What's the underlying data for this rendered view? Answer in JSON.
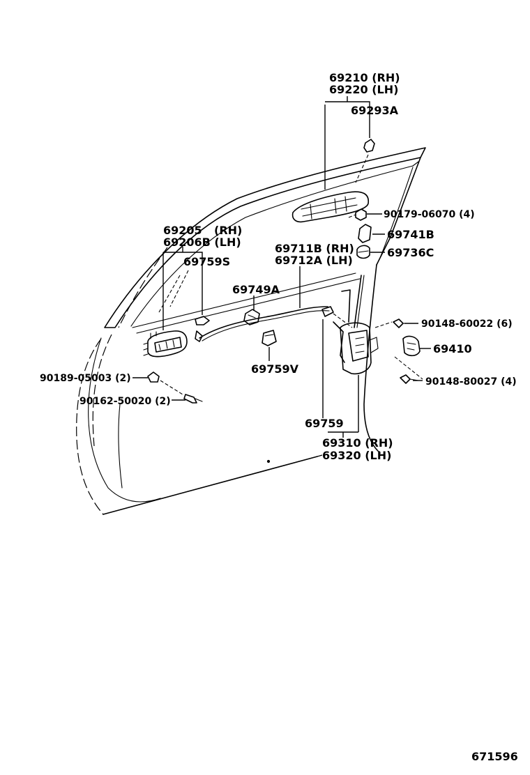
{
  "diagram": {
    "ref_number": "671596",
    "labels": {
      "outside_handle_rh": "69210 (RH)",
      "outside_handle_lh": "69220 (LH)",
      "handle_pad": "69293A",
      "handle_nut": "90179-06070 (4)",
      "rod_clip_a": "69741B",
      "rod_clip_b": "69736C",
      "inside_handle_rh": "69205",
      "inside_handle_rh_side": "(RH)",
      "inside_handle_lh": "69206B (LH)",
      "inside_clip": "69759S",
      "cable_rh": "69711B (RH)",
      "cable_lh": "69712A (LH)",
      "cable_clamp": "69749A",
      "cable_pad": "69759V",
      "screw_upper": "90148-60022 (6)",
      "striker": "69410",
      "screw_lower": "90148-80027 (4)",
      "bolt_a": "90189-05003 (2)",
      "screw_b": "90162-50020 (2)",
      "lock_clip": "69759",
      "lock_rh": "69310 (RH)",
      "lock_lh": "69320 (LH)"
    }
  }
}
